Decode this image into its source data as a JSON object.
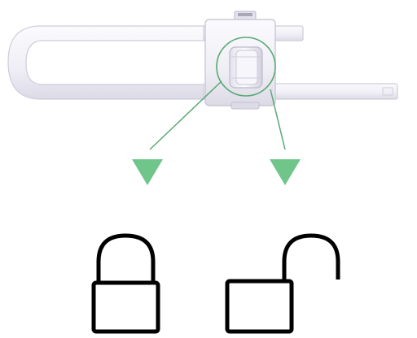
{
  "diagram": {
    "subject": "sliding-cabinet-lock",
    "states": [
      {
        "name": "locked",
        "icon": "locked-padlock-icon"
      },
      {
        "name": "unlocked",
        "icon": "unlocked-padlock-icon"
      }
    ],
    "colors": {
      "background": "#ffffff",
      "lock_body": "#f1f0f6",
      "lock_shadow": "#d6d4e2",
      "lock_edge": "#c9c7d6",
      "highlight_circle": "#5aa874",
      "pointer_line": "#5aa874",
      "arrow_fill": "#6fc58a",
      "padlock_stroke": "#000000"
    }
  }
}
